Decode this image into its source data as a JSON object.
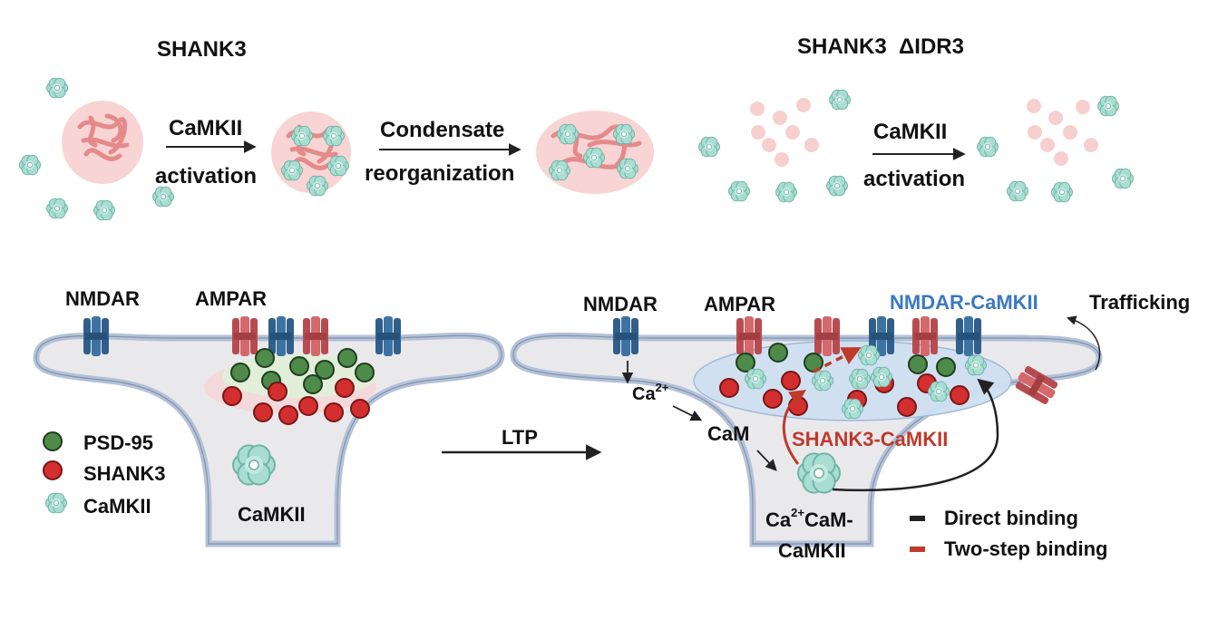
{
  "top_left": {
    "title": "SHANK3",
    "step1_line1": "CaMKII",
    "step1_line2": "activation",
    "step2_line1": "Condensate",
    "step2_line2": "reorganization"
  },
  "top_right": {
    "title": "SHANK3  ΔIDR3",
    "step_line1": "CaMKII",
    "step_line2": "activation"
  },
  "left_synapse": {
    "nmdar_label": "NMDAR",
    "ampar_label": "AMPAR",
    "camkii_label": "CaMKII"
  },
  "legend": {
    "psd95": "PSD-95",
    "shank3": "SHANK3",
    "camkii": "CaMKII"
  },
  "ltp_label": "LTP",
  "right_synapse": {
    "nmdar_label": "NMDAR",
    "ampar_label": "AMPAR",
    "nmdar_camkii_label": "NMDAR-CaMKII",
    "trafficking_label": "Trafficking",
    "ca_label": "Ca",
    "ca_sup": "2+",
    "cam_label": "CaM",
    "shank3_camkii_label": "SHANK3-CaMKII",
    "complex_ca": "Ca",
    "complex_sup": "2+",
    "complex_line1_rest": "CaM-",
    "complex_line2": "CaMKII"
  },
  "binding_legend": {
    "direct": "Direct binding",
    "two_step": "Two-step binding"
  },
  "colors": {
    "psd95_fill": "#4e8a4a",
    "shank3_fill": "#d32f2f",
    "camkii_fill": "#a9ddd2",
    "nmdar": "#2f5f8a",
    "ampar": "#c9575a",
    "nmdar_camkii_text": "#3a78c2",
    "shank3_camkii_text": "#c0392b",
    "spine_fill": "#e9e9ec",
    "membrane": "#b4c2d8"
  }
}
